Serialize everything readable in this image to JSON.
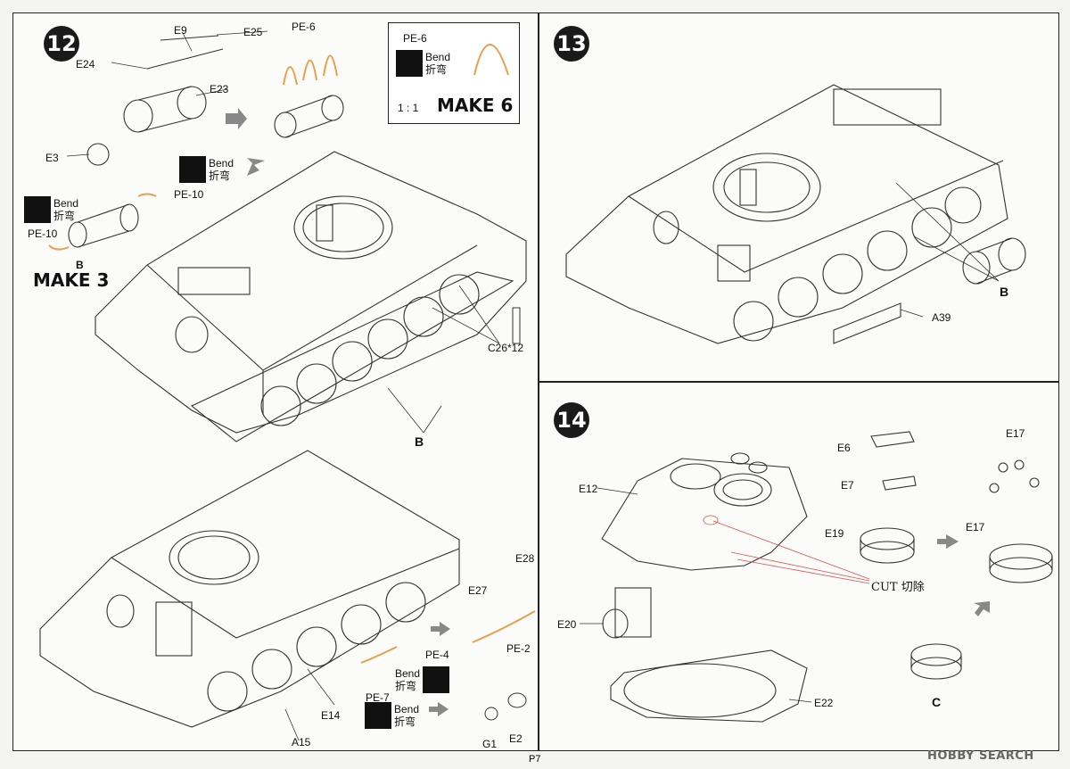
{
  "page_number": "P7",
  "watermark": "HOBBY SEARCH",
  "step12": {
    "number": "12",
    "labels": {
      "e9": "E9",
      "e25": "E25",
      "e24": "E24",
      "e23": "E23",
      "e3": "E3",
      "pe6": "PE-6",
      "pe10_a": "PE-10",
      "pe10_b": "PE-10",
      "b_small": "B",
      "make3": "MAKE 3",
      "c26": "C26*12",
      "b_main": "B",
      "e28": "E28",
      "e27": "E27",
      "pe2": "PE-2",
      "pe4": "PE-4",
      "pe7": "PE-7",
      "e14": "E14",
      "a15": "A15",
      "g1": "G1",
      "e2": "E2"
    },
    "bend_en": "Bend",
    "bend_cn": "折弯",
    "inset": {
      "part": "PE-6",
      "scale": "1 : 1",
      "make": "MAKE 6"
    }
  },
  "step13": {
    "number": "13",
    "labels": {
      "a39": "A39",
      "b": "B"
    }
  },
  "step14": {
    "number": "14",
    "labels": {
      "e12": "E12",
      "e20": "E20",
      "e22": "E22",
      "e6": "E6",
      "e7": "E7",
      "e19": "E19",
      "e17_top": "E17",
      "e17_side": "E17",
      "cut": "CUT 切除",
      "c": "C"
    }
  },
  "colors": {
    "ink": "#1a1a1a",
    "pe_orange": "#e8a04a",
    "cut_red": "#d9534f",
    "arrow_grey": "#888888"
  }
}
